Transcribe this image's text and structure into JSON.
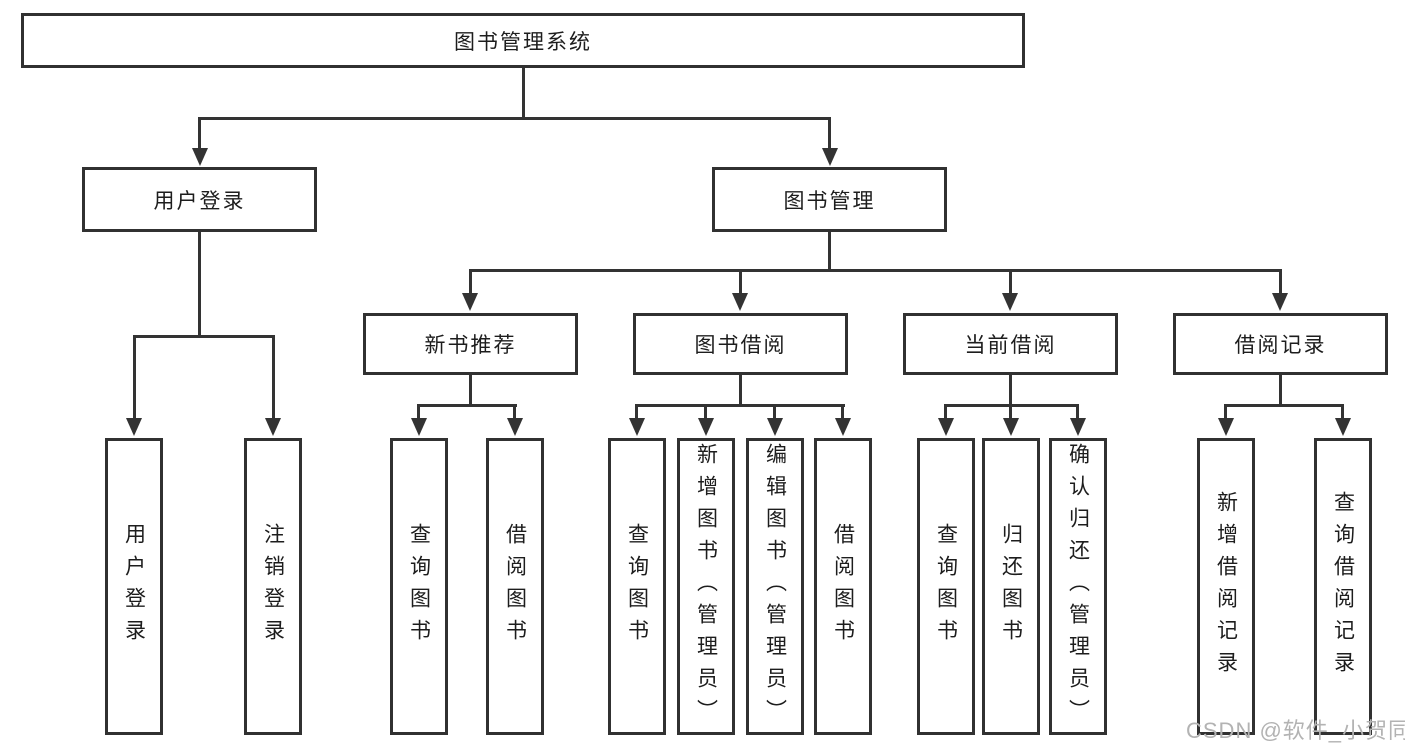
{
  "tree": {
    "root": {
      "label": "图书管理系统"
    },
    "branches": [
      {
        "label": "用户登录",
        "children": [
          {
            "label": "用户登录"
          },
          {
            "label": "注销登录"
          }
        ]
      },
      {
        "label": "图书管理",
        "children": [
          {
            "label": "新书推荐",
            "children": [
              {
                "label": "查询图书"
              },
              {
                "label": "借阅图书"
              }
            ]
          },
          {
            "label": "图书借阅",
            "children": [
              {
                "label": "查询图书"
              },
              {
                "label": "新增图书（管理员）"
              },
              {
                "label": "编辑图书（管理员）"
              },
              {
                "label": "借阅图书"
              }
            ]
          },
          {
            "label": "当前借阅",
            "children": [
              {
                "label": "查询图书"
              },
              {
                "label": "归还图书"
              },
              {
                "label": "确认归还（管理员）"
              }
            ]
          },
          {
            "label": "借阅记录",
            "children": [
              {
                "label": "新增借阅记录"
              },
              {
                "label": "查询借阅记录"
              }
            ]
          }
        ]
      }
    ]
  },
  "watermark": {
    "text": "CSDN @软件_小贺同学"
  },
  "colors": {
    "line": "#333333",
    "text": "#1d1d1d",
    "watermark": "#b3b3b3",
    "background": "#ffffff"
  }
}
